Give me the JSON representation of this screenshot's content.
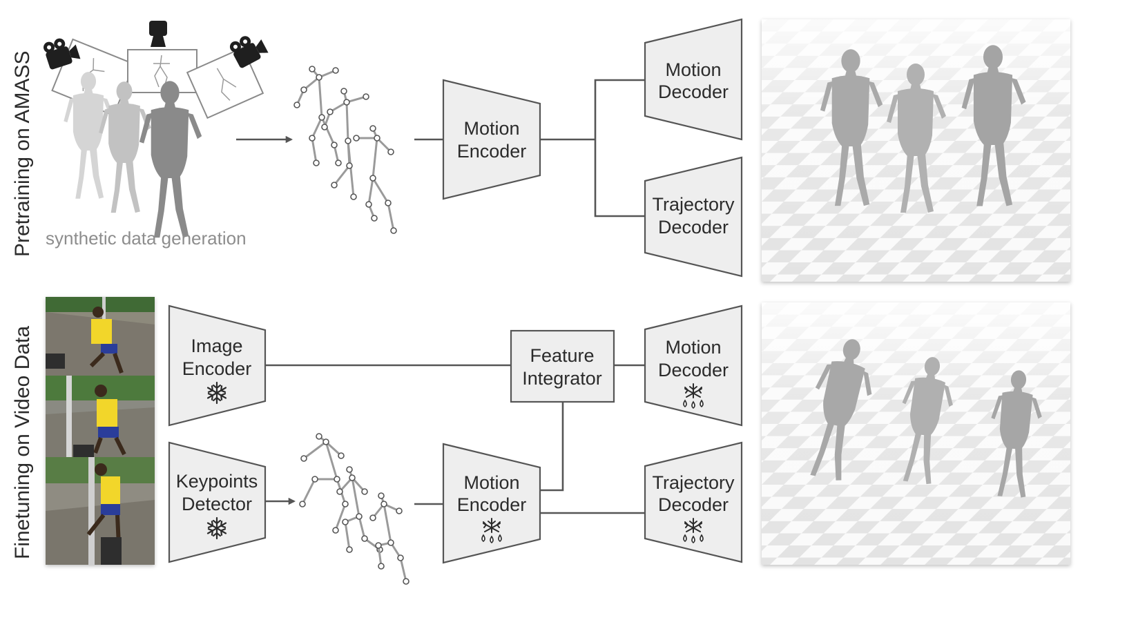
{
  "rows": {
    "pretraining": "Pretraining on AMASS",
    "finetuning": "Finetuning on Video Data"
  },
  "caption": "synthetic data generation",
  "modules": {
    "pre_motion_encoder": [
      "Motion",
      "Encoder"
    ],
    "pre_motion_decoder": [
      "Motion",
      "Decoder"
    ],
    "pre_trajectory_decoder": [
      "Trajectory",
      "Decoder"
    ],
    "image_encoder": [
      "Image",
      "Encoder"
    ],
    "keypoints_detector": [
      "Keypoints",
      "Detector"
    ],
    "feature_integrator": [
      "Feature",
      "Integrator"
    ],
    "ft_motion_encoder": [
      "Motion",
      "Encoder"
    ],
    "ft_motion_decoder": [
      "Motion",
      "Decoder"
    ],
    "ft_trajectory_decoder": [
      "Trajectory",
      "Decoder"
    ]
  },
  "icons": {
    "frozen": "snowflake-icon",
    "finetuned": "melting-snowflake-icon",
    "camera": "video-camera-icon"
  },
  "colors": {
    "module_fill": "#eeeeee",
    "module_stroke": "#555555",
    "text": "#2b2b2b",
    "caption": "#8d8d8d",
    "shirt": "#f2d62a",
    "shorts": "#2a3c9a"
  }
}
